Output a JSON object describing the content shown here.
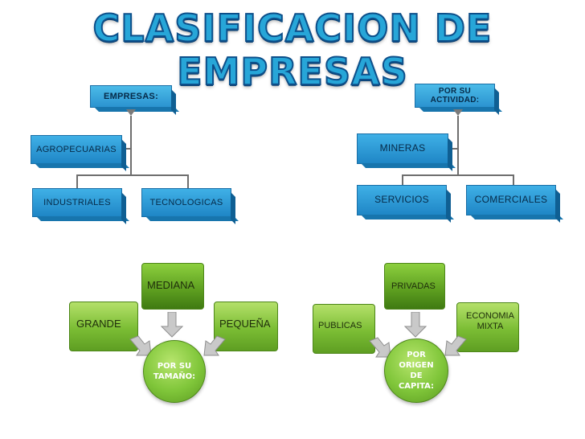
{
  "title": "CLASIFICACION DE EMPRESAS",
  "tree_left": {
    "root": "EMPRESAS:",
    "items": [
      "AGROPECUARIAS",
      "INDUSTRIALES",
      "TECNOLOGICAS"
    ]
  },
  "tree_right": {
    "root": "POR SU ACTIVIDAD:",
    "items": [
      "MINERAS",
      "SERVICIOS",
      "COMERCIALES"
    ]
  },
  "cycle_left": {
    "center": "POR SU TAMAÑO:",
    "items": [
      "GRANDE",
      "MEDIANA",
      "PEQUEÑA"
    ]
  },
  "cycle_right": {
    "center": "POR ORIGEN DE CAPITA:",
    "items": [
      "PUBLICAS",
      "PRIVADAS",
      "ECONOMIA MIXTA"
    ]
  },
  "colors": {
    "blue_tile": "#2b93d0",
    "green_tile": "#7bbd34",
    "title": "#27a6d8"
  }
}
